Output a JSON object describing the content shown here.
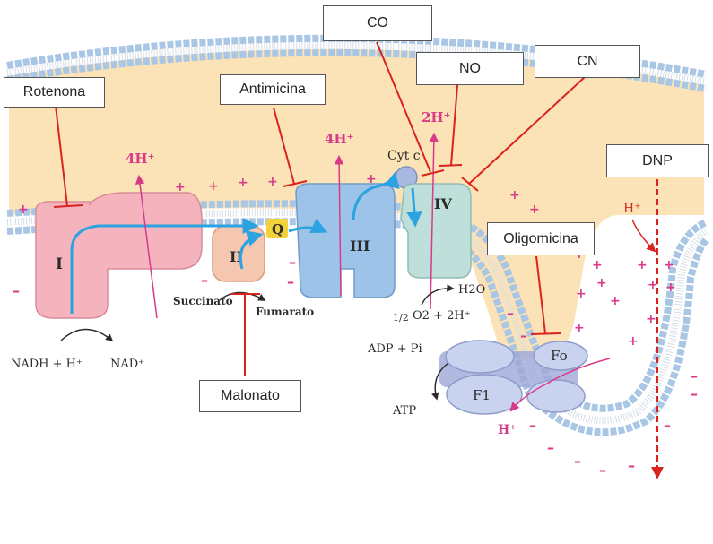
{
  "colors": {
    "membrane_head": "#a9c6e4",
    "membrane_head_stroke": "#6f93b8",
    "membrane_tail": "#d6dde6",
    "intermembrane": "#fbe3b7",
    "matrix": "#ffffff",
    "complex_I": "#f4b3bd",
    "complex_II": "#f6c7b0",
    "complex_III": "#9dc3e8",
    "complex_IV": "#bfe0da",
    "atp_synthase": "#c9d2ee",
    "proton": "#d83a8a",
    "electron_flow": "#2aa3e0",
    "inhibitor": "#d9231c",
    "quinone": "#f2d23b",
    "text": "#2a2a2a"
  },
  "inhibitors": {
    "rotenona": "Rotenona",
    "antimicina": "Antimicina",
    "co": "CO",
    "no": "NO",
    "cn": "CN",
    "dnp": "DNP",
    "oligomicina": "Oligomicina",
    "malonato": "Malonato"
  },
  "complexes": {
    "I": "I",
    "II": "II",
    "III": "III",
    "IV": "IV",
    "Q": "Q",
    "cyt_c": "Cyt c",
    "F0": "Fo",
    "F1": "F1"
  },
  "protons": {
    "complex_I": "4H⁺",
    "complex_III": "4H⁺",
    "complex_IV": "2H⁺",
    "dnp_H": "H⁺",
    "atp_H": "H⁺"
  },
  "substrates": {
    "nadh": "NADH + H⁺",
    "nad": "NAD⁺",
    "succinato": "Succinato",
    "fumarato": "Fumarato",
    "o2": "O2 + 2H⁺",
    "half": "1/2",
    "h2o": "H2O",
    "adp": "ADP + Pi",
    "atp": "ATP"
  }
}
